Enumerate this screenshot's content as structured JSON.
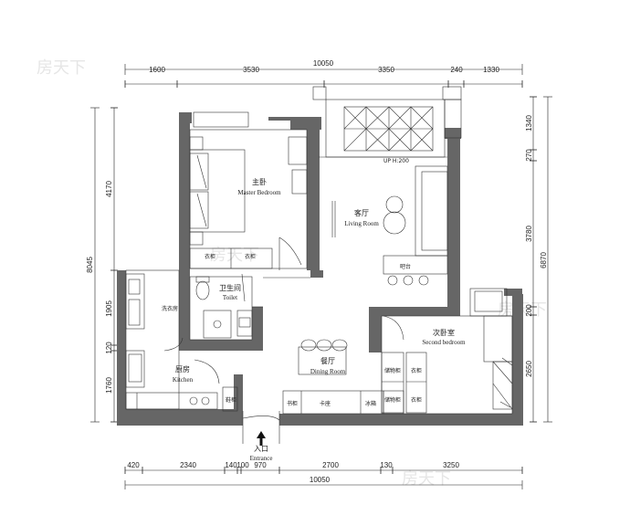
{
  "dimensions": {
    "top_total": "10050",
    "top_segments": [
      "1600",
      "3530",
      "3350",
      "240",
      "1330"
    ],
    "bottom_total": "10050",
    "bottom_segments": [
      "420",
      "2340",
      "140",
      "100",
      "970",
      "2700",
      "130",
      "3250"
    ],
    "left_total": "8045",
    "left_segments": [
      "4170",
      "1905",
      "120",
      "1760"
    ],
    "right_total": "6870",
    "right_segments": [
      "1340",
      "270",
      "3780",
      "200",
      "2650"
    ]
  },
  "rooms": {
    "master_bedroom": {
      "cn": "主卧",
      "en": "Master Bedroom"
    },
    "living_room": {
      "cn": "客厅",
      "en": "Living Room"
    },
    "toilet": {
      "cn": "卫生间",
      "en": "Toilet"
    },
    "kitchen": {
      "cn": "厨房",
      "en": "Kitchen"
    },
    "dining_room": {
      "cn": "餐厅",
      "en": "Dining Room"
    },
    "second_bedroom": {
      "cn": "次卧室",
      "en": "Second bedroom"
    },
    "entrance": {
      "cn": "入口",
      "en": "Entrance"
    }
  },
  "labels": {
    "up": "UP H:200",
    "bar": "吧台",
    "laundry": "洗衣房",
    "wardrobe_1": "衣柜",
    "wardrobe_2": "衣柜",
    "wardrobe_3": "衣柜",
    "wardrobe_4": "衣柜",
    "shoe_cabinet": "鞋柜",
    "cabinet_1": "书柜",
    "cabinet_2": "卡座",
    "cabinet_3": "储物柜",
    "cabinet_4": "储物柜",
    "fridge": "冰箱"
  },
  "watermark": "房天下"
}
